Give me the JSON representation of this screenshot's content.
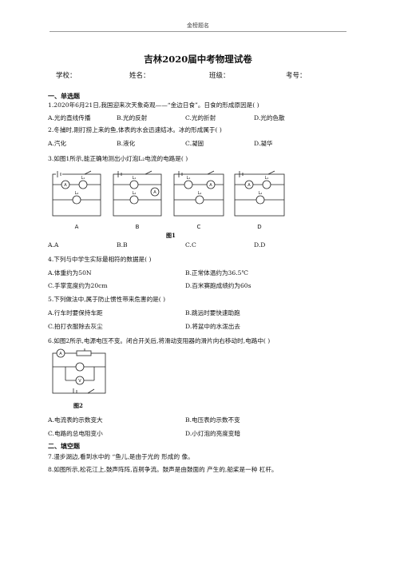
{
  "header": {
    "text": "金榜题名"
  },
  "exam": {
    "title": "吉林2020届中考物理试卷",
    "fields": [
      "学校：",
      "姓名：",
      "班级：",
      "考号："
    ]
  },
  "sections": {
    "s1": "一、单选题",
    "s2": "二、填空题"
  },
  "q1": {
    "stem": "1.2020年6月21日,我国迎来次天象奇观——“金边日食”。日食的形成原因是(   )",
    "options": [
      "A.光的直线传播",
      "B.光的反射",
      "C.光的折射",
      "D.光的色散"
    ]
  },
  "q2": {
    "stem": "2.冬捕时,刚打捞上来的鱼,体表的水会迅速结冰。冰的形成属于(   )",
    "options": [
      "A.汽化",
      "B.液化",
      "C.凝固",
      "D.凝华"
    ]
  },
  "q3": {
    "stem": "3.如图1所示,能正确地测出小灯泡L₂电流的电路是(   )",
    "figure_caption": "图1",
    "circuit_labels": [
      "A",
      "B",
      "C",
      "D"
    ],
    "options": [
      "A.A",
      "B.B",
      "C.C",
      "D.D"
    ]
  },
  "q4": {
    "stem": "4.下列与中学生实际最相符的数据是(   )",
    "options": [
      "A.体重约为50N",
      "B.正常体温约为36.5℃",
      "C.手掌宽度约为20cm",
      "D.百米赛跑成绩约为60s"
    ]
  },
  "q5": {
    "stem": "5.下列做法中,属于防止惯性带来危害的是(   )",
    "options": [
      "A.行车时要保持车距",
      "B.跳远时要快速助跑",
      "C.拍打衣服除去灰尘",
      "D.将盆中的水泼出去"
    ]
  },
  "q6": {
    "stem": "6.如图2所示,电源电压不变。闭合开关后,将滑动变阻器的滑片向右移动时,电路中(   )",
    "figure_caption": "图2",
    "options": [
      "A.电流表的示数变大",
      "B.电压表的示数不变",
      "C.电路的总电阻变小",
      "D.小灯泡的亮度变暗"
    ]
  },
  "q7": {
    "stem": "7.漫步湖边,看到水中的 “鱼儿,是由于光的               形成的               像。"
  },
  "q8": {
    "stem": "8.如图所示,松花江上,鼓声阵阵,百舸争流。鼓声是由鼓面的            产生的,船桨是一种        杠杆。"
  },
  "symbols": {
    "lamp_1": "L₁",
    "lamp_2": "L₂",
    "ammeter": "A",
    "voltmeter": "V"
  }
}
